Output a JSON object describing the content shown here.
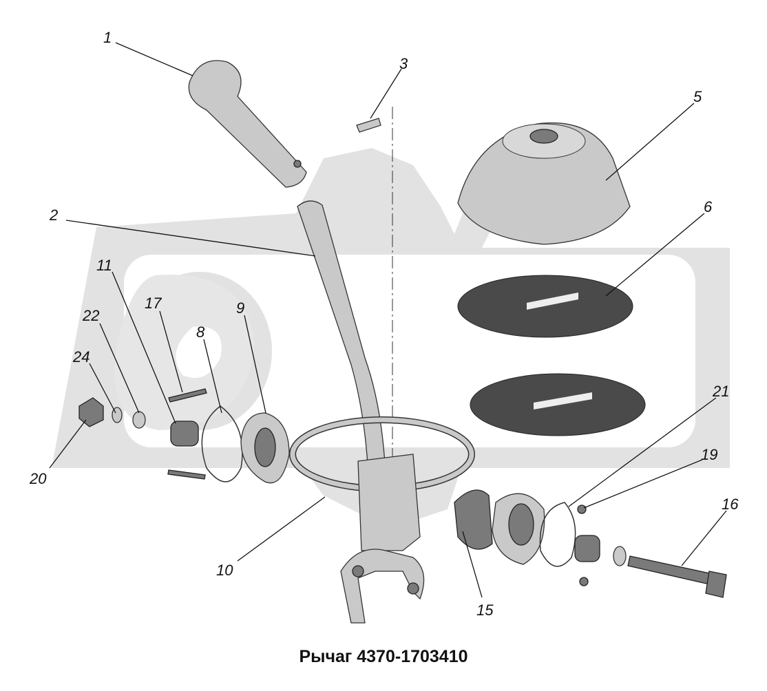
{
  "caption": "Рычаг 4370-1703410",
  "watermark_text": "OPEZ",
  "labels": [
    "1",
    "2",
    "3",
    "5",
    "6",
    "8",
    "9",
    "10",
    "11",
    "15",
    "16",
    "17",
    "19",
    "20",
    "21",
    "22",
    "24"
  ]
}
